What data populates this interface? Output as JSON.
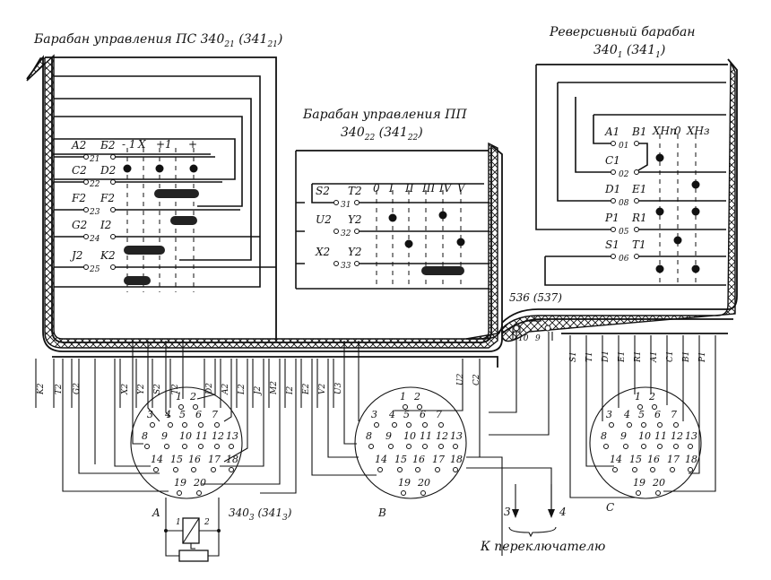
{
  "titles": {
    "drum_ps": {
      "main": "Барабан управления ПС 340",
      "sub1": "21",
      "mid": " (341",
      "sub2": "21",
      "end": ")"
    },
    "drum_pp": {
      "line1": "Барабан управления ПП",
      "line2a": "340",
      "sub1": "22",
      "line2b": " (341",
      "sub2": "22",
      "line2c": ")"
    },
    "drum_rev": {
      "line1": "Реверсивный барабан",
      "line2a": "340",
      "sub1": "1",
      "line2b": " (341",
      "sub2": "1",
      "line2c": ")"
    },
    "relay": {
      "a": "340",
      "sub1": "3",
      "b": " (341",
      "sub2": "3",
      "c": ")"
    },
    "switch": "536 (537)",
    "to_switch": "К переключателю"
  },
  "drum_ps": {
    "positions": [
      "- 1",
      "X",
      "+1",
      "+"
    ],
    "rows": [
      {
        "left": "A2",
        "right": "Б2",
        "num": "21"
      },
      {
        "left": "C2",
        "right": "D2",
        "num": "22"
      },
      {
        "left": "F2",
        "right": "F2",
        "num": "23"
      },
      {
        "left": "G2",
        "right": "I2",
        "num": "24"
      },
      {
        "left": "J2",
        "right": "K2",
        "num": "25"
      }
    ]
  },
  "drum_pp": {
    "positions": [
      "0",
      "I",
      "II",
      "III",
      "IV",
      "V"
    ],
    "rows": [
      {
        "left": "S2",
        "right": "T2",
        "num": "31"
      },
      {
        "left": "U2",
        "right": "Y2",
        "num": "32"
      },
      {
        "left": "X2",
        "right": "Y2",
        "num": "33"
      }
    ]
  },
  "drum_rev": {
    "positions": [
      "ХНп",
      "0",
      "ХНз"
    ],
    "rows": [
      {
        "left": "A1",
        "right": "B1",
        "num": "01"
      },
      {
        "left": "C1",
        "right": "",
        "num": "02"
      },
      {
        "left": "D1",
        "right": "E1",
        "num": "08"
      },
      {
        "left": "P1",
        "right": "R1",
        "num": "05"
      },
      {
        "left": "S1",
        "right": "T1",
        "num": "06"
      }
    ]
  },
  "cables": {
    "left": [
      "K2",
      "T2",
      "G2",
      "X2",
      "Y2",
      "S2",
      "T2",
      "D2",
      "A2",
      "L2",
      "J2",
      "M2",
      "I2",
      "E2",
      "V2",
      "U3"
    ],
    "mid_right": [
      "U2",
      "C2"
    ],
    "right": [
      "S1",
      "T1",
      "D1",
      "E1",
      "R1",
      "A1",
      "C1",
      "B1",
      "P1"
    ]
  },
  "switch_contacts": [
    "10",
    "9"
  ],
  "connectors": {
    "A": {
      "label": "A",
      "pins": [
        "1",
        "2",
        "3",
        "4",
        "5",
        "6",
        "7",
        "8",
        "9",
        "10",
        "11",
        "12",
        "13",
        "14",
        "15",
        "16",
        "17",
        "18",
        "19",
        "20"
      ]
    },
    "B": {
      "label": "B",
      "pins": [
        "1",
        "2",
        "3",
        "4",
        "5",
        "6",
        "7",
        "8",
        "9",
        "10",
        "11",
        "12",
        "13",
        "14",
        "15",
        "16",
        "17",
        "18",
        "19",
        "20"
      ]
    },
    "C": {
      "label": "C",
      "pins": [
        "1",
        "2",
        "3",
        "4",
        "5",
        "6",
        "7",
        "8",
        "9",
        "10",
        "11",
        "12",
        "13",
        "14",
        "15",
        "16",
        "17",
        "18",
        "19",
        "20"
      ]
    }
  },
  "relay_terminals": [
    "1",
    "2"
  ],
  "outputs": [
    "3",
    "4"
  ]
}
